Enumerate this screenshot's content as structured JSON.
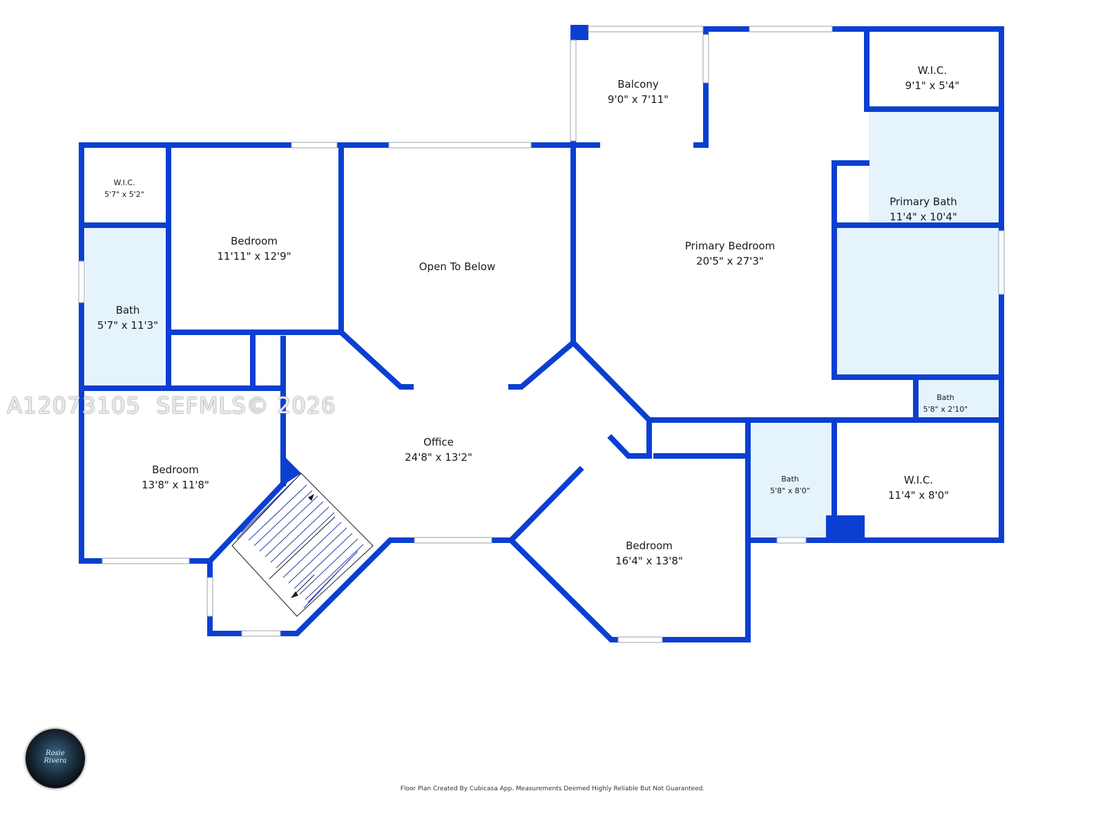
{
  "rooms": [
    {
      "id": "balcony",
      "name": "Balcony",
      "dims": "9'0\" x 7'11\""
    },
    {
      "id": "wic-top-right",
      "name": "W.I.C.",
      "dims": "9'1\" x 5'4\""
    },
    {
      "id": "wic-small",
      "name": "W.I.C.",
      "dims": "5'7\" x 5'2\""
    },
    {
      "id": "bedroom-top-left",
      "name": "Bedroom",
      "dims": "11'11\" x 12'9\""
    },
    {
      "id": "open-to-below",
      "name": "Open To Below",
      "dims": ""
    },
    {
      "id": "primary-bedroom",
      "name": "Primary Bedroom",
      "dims": "20'5\" x 27'3\""
    },
    {
      "id": "primary-bath",
      "name": "Primary Bath",
      "dims": "11'4\" x 10'4\""
    },
    {
      "id": "bath-left",
      "name": "Bath",
      "dims": "5'7\" x 11'3\""
    },
    {
      "id": "bath-small-right",
      "name": "Bath",
      "dims": "5'8\" x 2'10\""
    },
    {
      "id": "office",
      "name": "Office",
      "dims": "24'8\" x 13'2\""
    },
    {
      "id": "bedroom-left",
      "name": "Bedroom",
      "dims": "13'8\" x 11'8\""
    },
    {
      "id": "bath-center",
      "name": "Bath",
      "dims": "5'8\" x 8'0\""
    },
    {
      "id": "wic-bottom-right",
      "name": "W.I.C.",
      "dims": "11'4\" x 8'0\""
    },
    {
      "id": "bedroom-bottom",
      "name": "Bedroom",
      "dims": "16'4\" x 13'8\""
    }
  ],
  "watermark": "A12073105  SEFMLS© 2026",
  "footer": "Floor Plan Created By Cubicasa App. Measurements Deemed Highly Reliable But Not Guaranteed.",
  "logo_text": "Rosie Rivera",
  "colors": {
    "wall": "#0b3fd1",
    "bath_fill": "#e5f3fc",
    "window": "#ffffff"
  }
}
